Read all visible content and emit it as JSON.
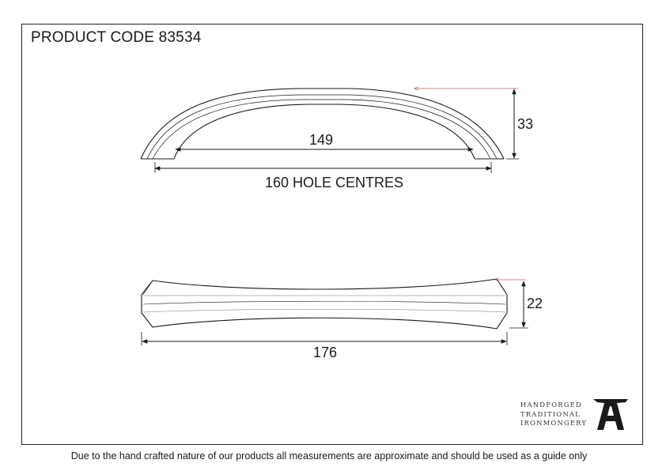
{
  "header": {
    "product_code": "PRODUCT CODE 83534"
  },
  "dimensions": {
    "inner_width": "149",
    "hole_centres": "160 HOLE CENTRES",
    "height": "33",
    "overall_length": "176",
    "depth": "22"
  },
  "logo": {
    "line1": "HANDFORGED",
    "line2": "TRADITIONAL",
    "line3": "IRONMONGERY",
    "icon": "anvil-a-icon"
  },
  "footer": {
    "disclaimer": "Due to the hand crafted nature of our products all measurements are approximate and should be used as a guide only"
  },
  "colors": {
    "line": "#1a1a1a",
    "leader": "#b06060"
  }
}
